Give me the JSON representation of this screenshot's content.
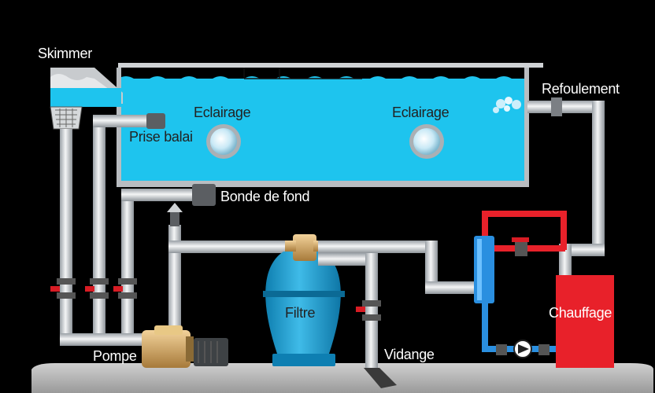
{
  "labels": {
    "skimmer": "Skimmer",
    "refoulement": "Refoulement",
    "eclairage_left": "Eclairage",
    "eclairage_right": "Eclairage",
    "prise_balai": "Prise balai",
    "bonde_de_fond": "Bonde de fond",
    "filtre": "Filtre",
    "pompe": "Pompe",
    "vidange": "Vidange",
    "chauffage": "Chauffage"
  },
  "colors": {
    "background": "#000000",
    "water": "#1ec4ee",
    "pipe": "#d9dcdf",
    "filter": "#1a9ed3",
    "heater": "#e8212a",
    "hot_pipe": "#e8212a",
    "cold_pipe": "#2a8fe0",
    "valve_handle": "#d81c24",
    "pump": "#c8a060",
    "ground": "#c4c4c4"
  },
  "icons": [
    "skimmer-basket-icon",
    "light-icon",
    "valve-icon",
    "pump-icon",
    "motor-icon",
    "filter-tank-icon",
    "heat-exchanger-icon",
    "circulator-pump-icon",
    "bubbles-icon"
  ]
}
